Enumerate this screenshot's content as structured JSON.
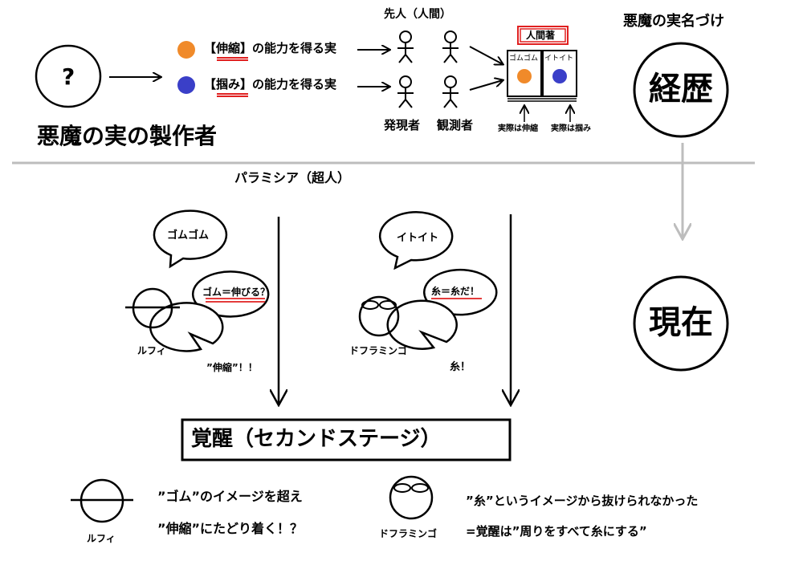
{
  "top": {
    "question_mark": "?",
    "creator_label": "悪魔の実の製作者",
    "fruit_stretch_pre": "【",
    "fruit_stretch_key": "伸縮",
    "fruit_stretch_post": "】の能力を得る実",
    "fruit_grab_pre": "【",
    "fruit_grab_key": "掴み",
    "fruit_grab_post": "】の能力を得る実",
    "ancestors_label": "先人（人間）",
    "discoverer_label": "発現者",
    "observer_label": "観測者",
    "book_title": "人間著",
    "book_left_label": "ゴムゴム",
    "book_right_label": "イトイト",
    "note_left": "実際は伸縮",
    "note_right": "実際は掴み",
    "naming_title": "悪魔の実名づけ",
    "history_label": "経歴",
    "present_label": "現在"
  },
  "middle": {
    "paramecia_label": "パラミシア（超人）",
    "luffy_bubble_1": "ゴムゴム",
    "luffy_bubble_2": "ゴム＝伸びる？",
    "luffy_bubble_3": "”伸縮”！！",
    "luffy_name": "ルフィ",
    "doffy_bubble_1": "イトイト",
    "doffy_bubble_2": "糸＝糸だ！",
    "doffy_bubble_3": "糸！",
    "doffy_name": "ドフラミンゴ",
    "awakening_label": "覚醒（セカンドステージ）"
  },
  "bottom": {
    "luffy_name": "ルフィ",
    "luffy_line_1": "”ゴム”のイメージを超え",
    "luffy_line_2": "”伸縮”にたどり着く！？",
    "doffy_name": "ドフラミンゴ",
    "doffy_line_1": "”糸”というイメージから抜けられなかった",
    "doffy_line_2": "=覚醒は”周りをすべて糸にする”"
  },
  "colors": {
    "orange": "#f08a2a",
    "blue": "#3a3fc8",
    "red": "#e02020",
    "gray": "#bdbdbd"
  }
}
